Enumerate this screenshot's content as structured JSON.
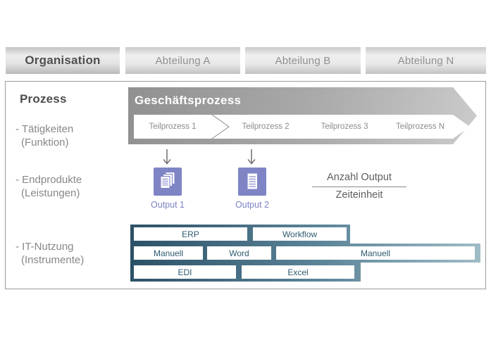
{
  "organisation_row": {
    "organisation": "Organisation",
    "departments": [
      "Abteilung A",
      "Abteilung B",
      "Abteilung N"
    ]
  },
  "process_box": {
    "title": "Prozess",
    "business_process": "Geschäftsprozess",
    "subprocesses": [
      "Teilprozess 1",
      "Teilprozess 2",
      "Teilprozess 3",
      "Teilprozess N"
    ],
    "row_labels": {
      "activities": {
        "line1": "- Tätigkeiten",
        "line2": "(Funktion)"
      },
      "products": {
        "line1": "- Endprodukte",
        "line2": "(Leistungen)"
      },
      "it": {
        "line1": "- IT-Nutzung",
        "line2": "(Instrumente)"
      }
    },
    "outputs": [
      {
        "label": "Output 1",
        "icon": "document-stack-icon"
      },
      {
        "label": "Output 2",
        "icon": "document-icon"
      }
    ],
    "output_ratio": {
      "numerator": "Anzahl Output",
      "denominator": "Zeiteinheit"
    },
    "it_usage": {
      "row1": [
        "ERP",
        "Workflow"
      ],
      "row2": [
        "Manuell",
        "Word",
        "Manuell"
      ],
      "row3": [
        "EDI",
        "Excel"
      ]
    }
  },
  "colors": {
    "output_accent": "#7f84c5",
    "output_label": "#7d82c4",
    "it_teal_dark": "#2c5167",
    "it_teal_light": "#9fbcc6",
    "it_text": "#2d5a6f",
    "arrow_gray_dark": "#909090",
    "arrow_gray_light": "#cbcbcb",
    "label_gray": "#878787"
  }
}
